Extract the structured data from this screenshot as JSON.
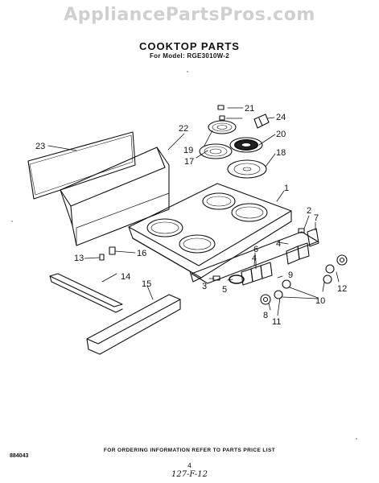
{
  "watermark": "AppliancePartsPros.com",
  "header": {
    "title": "COOKTOP PARTS",
    "subtitle": "For Model: RGE3010W-2"
  },
  "footer": {
    "ordering_note": "FOR ORDERING INFORMATION REFER TO PARTS PRICE LIST",
    "doc_number": "884043",
    "page_number": "4",
    "handwritten": "127-F-12"
  },
  "callouts": [
    {
      "key": "c1",
      "text": "1"
    },
    {
      "key": "c2",
      "text": "2"
    },
    {
      "key": "c3",
      "text": "3"
    },
    {
      "key": "c4a",
      "text": "4"
    },
    {
      "key": "c4b",
      "text": "4"
    },
    {
      "key": "c5",
      "text": "5"
    },
    {
      "key": "c6",
      "text": "6"
    },
    {
      "key": "c7",
      "text": "7"
    },
    {
      "key": "c8",
      "text": "8"
    },
    {
      "key": "c9",
      "text": "9"
    },
    {
      "key": "c10",
      "text": "10"
    },
    {
      "key": "c11",
      "text": "11"
    },
    {
      "key": "c12",
      "text": "12"
    },
    {
      "key": "c13",
      "text": "13"
    },
    {
      "key": "c14",
      "text": "14"
    },
    {
      "key": "c15",
      "text": "15"
    },
    {
      "key": "c16",
      "text": "16"
    },
    {
      "key": "c17",
      "text": "17"
    },
    {
      "key": "c18",
      "text": "18"
    },
    {
      "key": "c19",
      "text": "19"
    },
    {
      "key": "c20",
      "text": "20"
    },
    {
      "key": "c21",
      "text": "21"
    },
    {
      "key": "c22",
      "text": "22"
    },
    {
      "key": "c23",
      "text": "23"
    },
    {
      "key": "c24",
      "text": "24"
    }
  ]
}
